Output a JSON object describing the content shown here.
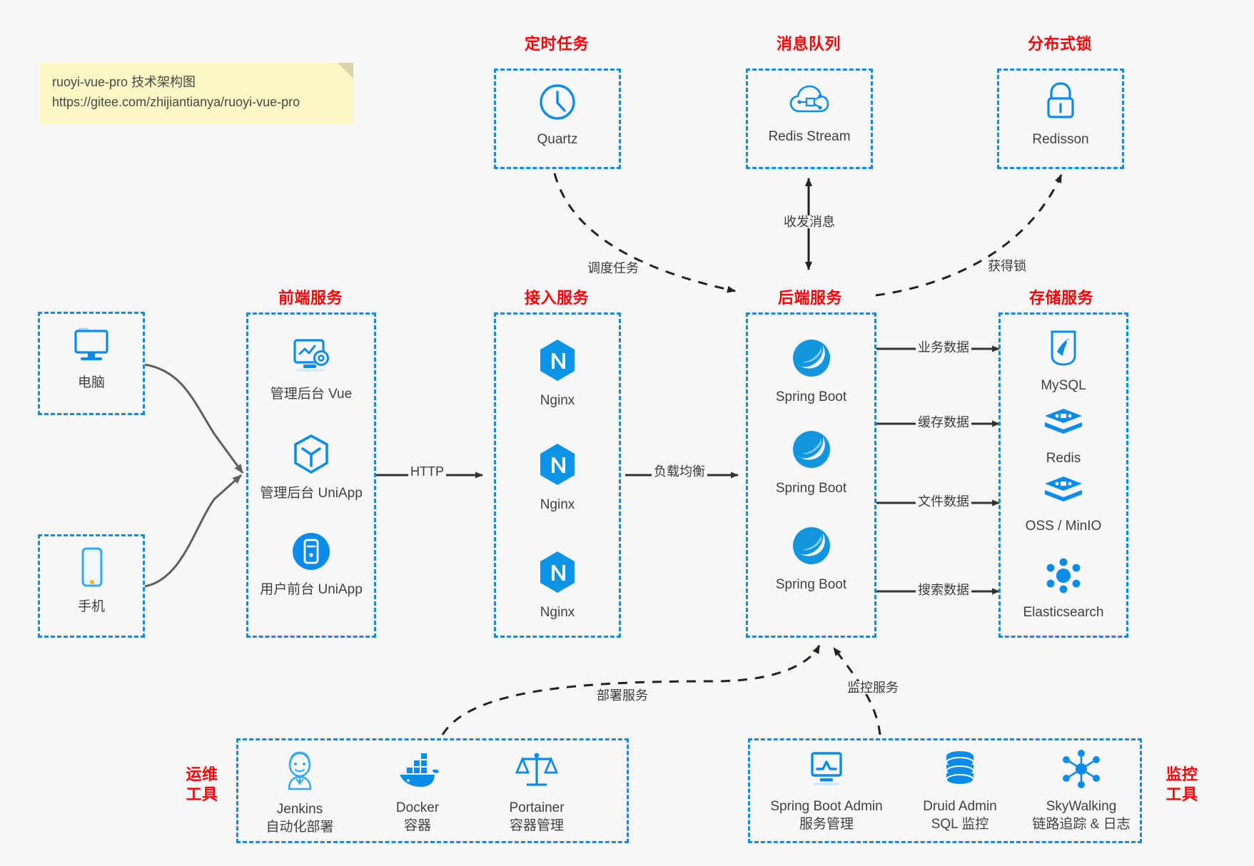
{
  "note": {
    "line1": "ruoyi-vue-pro 技术架构图",
    "line2": "https://gitee.com/zhijiantianya/ruoyi-vue-pro"
  },
  "colors": {
    "accent": "#0c8ce9",
    "header": "#fb0007",
    "background": "#f7f7f7",
    "note_bg": "#fcf7c5",
    "arrow": "#333333",
    "curve": "#5a5a5a"
  },
  "groups": {
    "scheduled_tasks": {
      "title": "定时任务"
    },
    "message_queue": {
      "title": "消息队列"
    },
    "distributed_lock": {
      "title": "分布式锁"
    },
    "frontend": {
      "title": "前端服务"
    },
    "gateway": {
      "title": "接入服务"
    },
    "backend": {
      "title": "后端服务"
    },
    "storage": {
      "title": "存储服务"
    },
    "devops": {
      "title_line1": "运维",
      "title_line2": "工具"
    },
    "monitor": {
      "title_line1": "监控",
      "title_line2": "工具"
    }
  },
  "nodes": {
    "quartz": {
      "label": "Quartz",
      "icon": "clock-icon"
    },
    "redis_stream": {
      "label": "Redis Stream",
      "icon": "cloud-network-icon"
    },
    "redisson": {
      "label": "Redisson",
      "icon": "lock-icon"
    },
    "computer": {
      "label": "电脑",
      "icon": "desktop-icon"
    },
    "phone": {
      "label": "手机",
      "icon": "mobile-icon"
    },
    "frontend_items": [
      {
        "label": "管理后台 Vue",
        "icon": "dashboard-gear-icon"
      },
      {
        "label": "管理后台 UniApp",
        "icon": "cube-icon"
      },
      {
        "label": "用户前台 UniApp",
        "icon": "app-circle-icon"
      }
    ],
    "gateway_items": [
      {
        "label": "Nginx",
        "icon": "nginx-icon"
      },
      {
        "label": "Nginx",
        "icon": "nginx-icon"
      },
      {
        "label": "Nginx",
        "icon": "nginx-icon"
      }
    ],
    "backend_items": [
      {
        "label": "Spring Boot",
        "icon": "spring-leaf-icon"
      },
      {
        "label": "Spring Boot",
        "icon": "spring-leaf-icon"
      },
      {
        "label": "Spring Boot",
        "icon": "spring-leaf-icon"
      }
    ],
    "storage_items": [
      {
        "label": "MySQL",
        "icon": "mysql-dolphin-icon"
      },
      {
        "label": "Redis",
        "icon": "redis-stack-icon"
      },
      {
        "label": "OSS / MinIO",
        "icon": "oss-stack-icon"
      },
      {
        "label": "Elasticsearch",
        "icon": "elasticsearch-icon"
      }
    ],
    "devops_items": [
      {
        "label": "Jenkins",
        "sub": "自动化部署",
        "icon": "jenkins-butler-icon"
      },
      {
        "label": "Docker",
        "sub": "容器",
        "icon": "docker-whale-icon"
      },
      {
        "label": "Portainer",
        "sub": "容器管理",
        "icon": "portainer-scale-icon"
      }
    ],
    "monitor_items": [
      {
        "label": "Spring Boot Admin",
        "sub": "服务管理",
        "icon": "monitor-chart-icon"
      },
      {
        "label": "Druid Admin",
        "sub": "SQL 监控",
        "icon": "database-icon"
      },
      {
        "label": "SkyWalking",
        "sub": "链路追踪 & 日志",
        "icon": "skywalking-icon"
      }
    ]
  },
  "edges": {
    "schedule_task": "调度任务",
    "send_receive_message": "收发消息",
    "acquire_lock": "获得锁",
    "http": "HTTP",
    "load_balance": "负载均衡",
    "business_data": "业务数据",
    "cache_data": "缓存数据",
    "file_data": "文件数据",
    "search_data": "搜索数据",
    "deploy_service": "部署服务",
    "monitor_service": "监控服务"
  }
}
